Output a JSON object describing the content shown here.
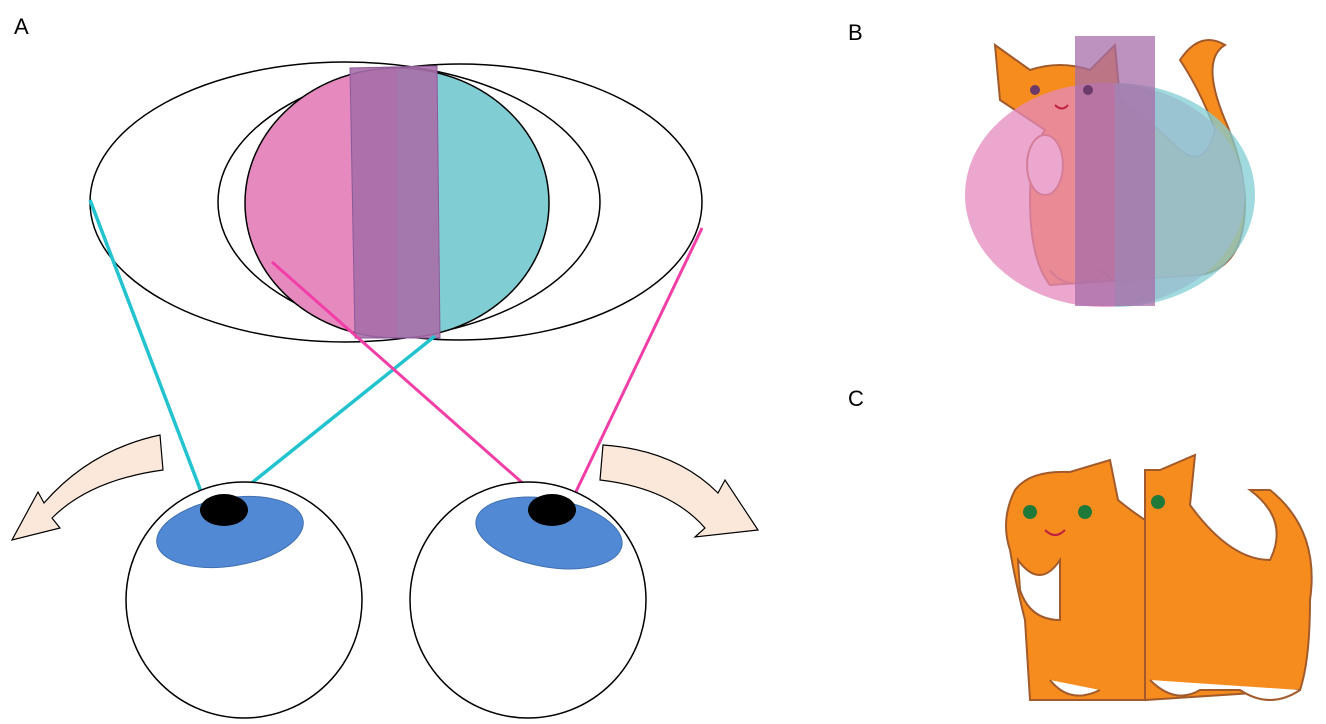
{
  "panels": {
    "a": {
      "label": "A"
    },
    "b": {
      "label": "B"
    },
    "c": {
      "label": "C"
    }
  },
  "colors": {
    "left_eye_line": "#22c3cf",
    "right_eye_line": "#f23ea7",
    "pink_field": "#e589be",
    "cyan_field": "#80ced4",
    "overlap_band": "#a76ea8",
    "iris": "#5289d4",
    "arrow_fill": "#fbe8da",
    "cat_orange": "#f78c1e"
  }
}
